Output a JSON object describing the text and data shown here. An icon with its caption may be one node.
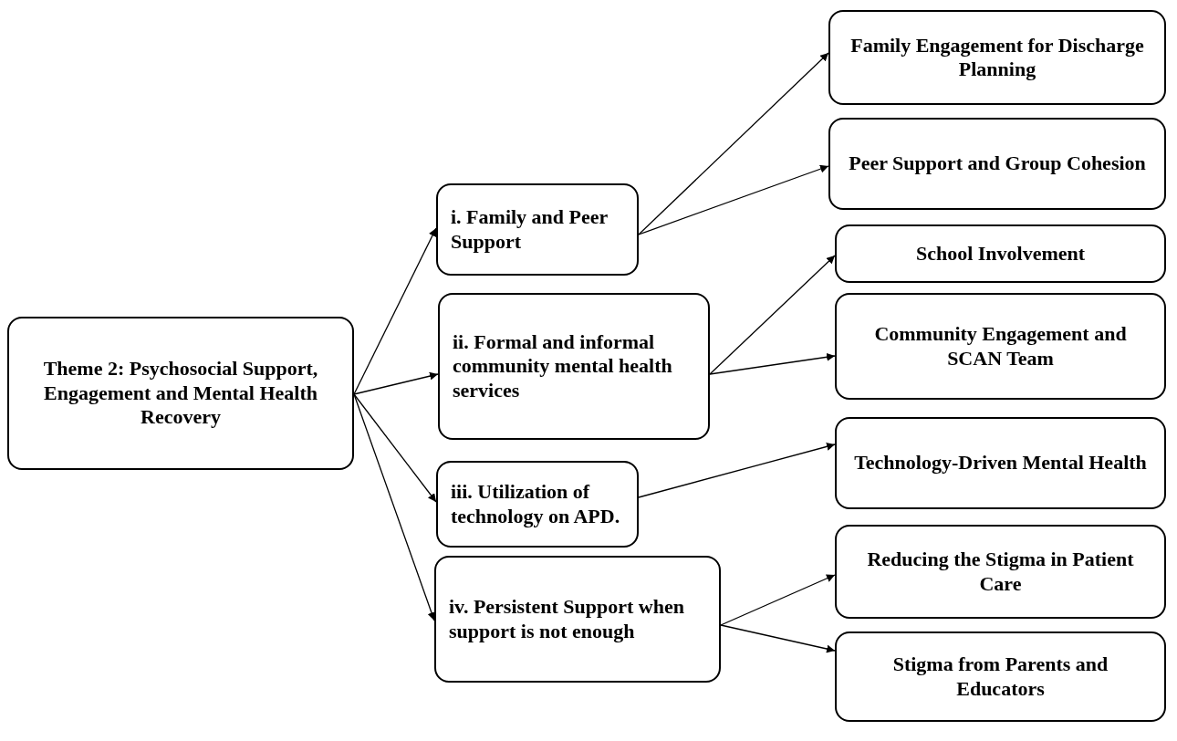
{
  "diagram": {
    "nodes": [
      {
        "text": [
          "Theme 2: Psychosocial Support, Engagement and Mental Health Recovery"
        ]
      },
      {
        "text": [
          "i. Family and Peer Support"
        ]
      },
      {
        "text": [
          "ii. Formal and informal community mental health services"
        ]
      },
      {
        "text": [
          "iii. Utilization of technology on APD."
        ]
      },
      {
        "text": [
          "iv.  Persistent Support when support is not enough"
        ]
      },
      {
        "text": [
          "Family Engagement for Discharge Planning"
        ]
      },
      {
        "text": [
          "Peer Support and Group Cohesion"
        ]
      },
      {
        "text": [
          "School Involvement"
        ]
      },
      {
        "text": [
          "Community Engagement and SCAN Team"
        ]
      },
      {
        "text": [
          "Technology-Driven Mental Health"
        ]
      },
      {
        "text": [
          "Reducing the Stigma in Patient Care"
        ]
      },
      {
        "text": [
          "Stigma from Parents and Educators"
        ]
      }
    ],
    "edges": [
      {
        "from": 0,
        "to": 1,
        "arrow": "to"
      },
      {
        "from": 0,
        "to": 2,
        "arrow": "to"
      },
      {
        "from": 0,
        "to": 3,
        "arrow": "to"
      },
      {
        "from": 0,
        "to": 4,
        "arrow": "to"
      },
      {
        "from": 1,
        "to": 5,
        "arrow": "to"
      },
      {
        "from": 1,
        "to": 6,
        "arrow": "to"
      },
      {
        "from": 2,
        "to": 7,
        "arrow": "to"
      },
      {
        "from": 2,
        "to": 8,
        "arrow": "to"
      },
      {
        "from": 3,
        "to": 9,
        "arrow": "to"
      },
      {
        "from": 4,
        "to": 10,
        "arrow": "to"
      },
      {
        "from": 4,
        "to": 11,
        "arrow": "to"
      }
    ]
  }
}
